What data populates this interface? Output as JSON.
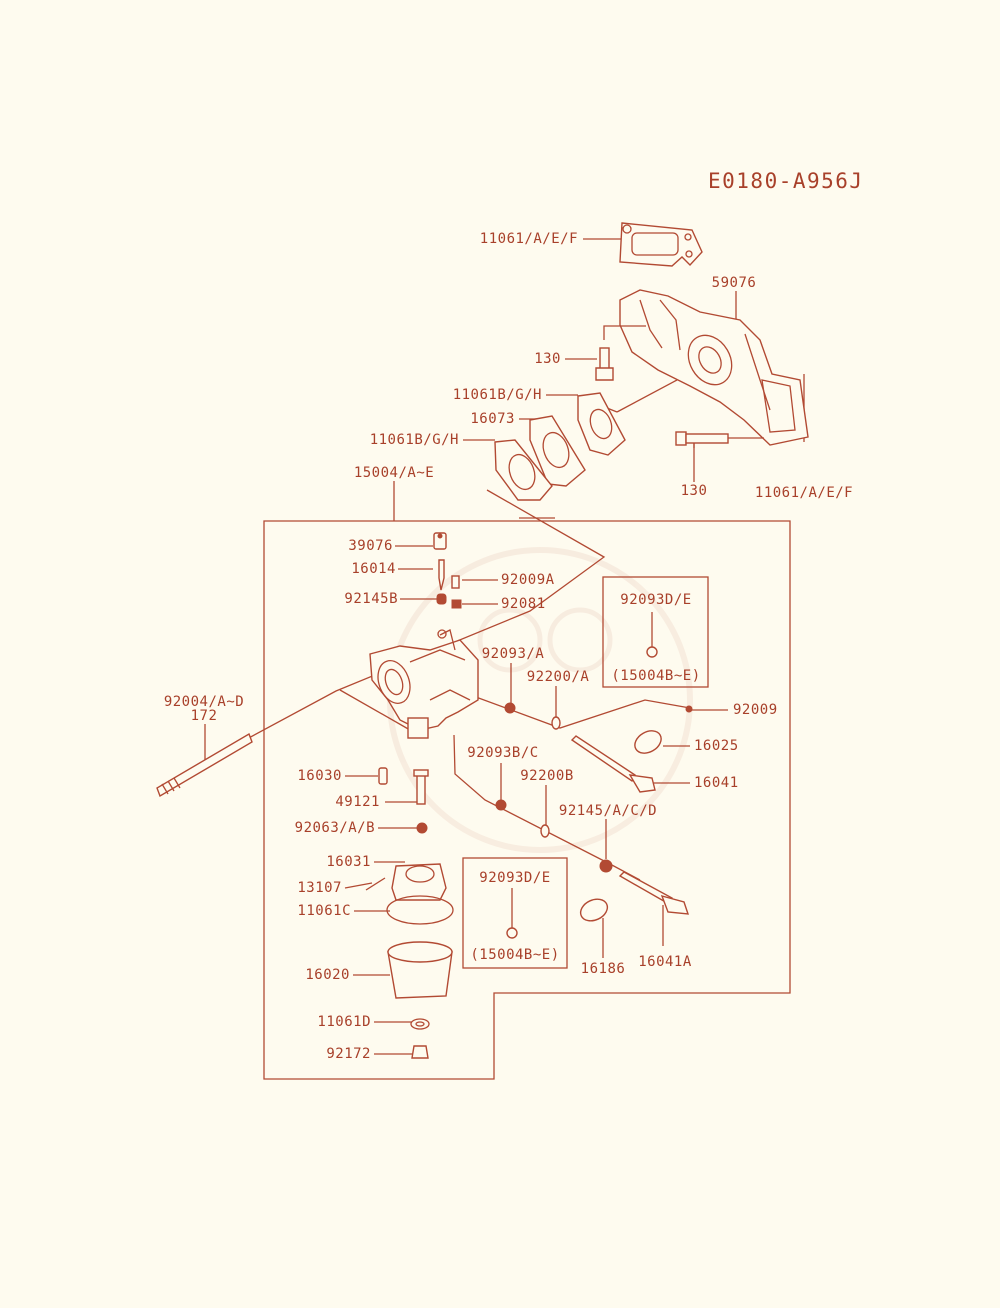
{
  "diagram_code": "E0180-A956J",
  "labels": [
    {
      "id": "l1",
      "text": "11061/A/E/F"
    },
    {
      "id": "l2",
      "text": "59076"
    },
    {
      "id": "l3",
      "text": "130"
    },
    {
      "id": "l4",
      "text": "11061B/G/H"
    },
    {
      "id": "l5",
      "text": "16073"
    },
    {
      "id": "l6",
      "text": "11061B/G/H"
    },
    {
      "id": "l7",
      "text": "130"
    },
    {
      "id": "l8",
      "text": "11061/A/E/F"
    },
    {
      "id": "l9",
      "text": "15004/A~E"
    },
    {
      "id": "l10",
      "text": "39076"
    },
    {
      "id": "l11",
      "text": "16014"
    },
    {
      "id": "l12",
      "text": "92009A"
    },
    {
      "id": "l13",
      "text": "92145B"
    },
    {
      "id": "l14",
      "text": "92081"
    },
    {
      "id": "l15",
      "text": "92093D/E"
    },
    {
      "id": "l16",
      "text": "(15004B~E)"
    },
    {
      "id": "l17",
      "text": "92093/A"
    },
    {
      "id": "l18",
      "text": "92200/A"
    },
    {
      "id": "l19",
      "text": "92004/A~D"
    },
    {
      "id": "l20",
      "text": "172"
    },
    {
      "id": "l21",
      "text": "92009"
    },
    {
      "id": "l22",
      "text": "16025"
    },
    {
      "id": "l23",
      "text": "16030"
    },
    {
      "id": "l24",
      "text": "92093B/C"
    },
    {
      "id": "l25",
      "text": "92200B"
    },
    {
      "id": "l26",
      "text": "16041"
    },
    {
      "id": "l27",
      "text": "49121"
    },
    {
      "id": "l28",
      "text": "92145/A/C/D"
    },
    {
      "id": "l29",
      "text": "92063/A/B"
    },
    {
      "id": "l30",
      "text": "16031"
    },
    {
      "id": "l31",
      "text": "13107"
    },
    {
      "id": "l32",
      "text": "92093D/E"
    },
    {
      "id": "l33",
      "text": "11061C"
    },
    {
      "id": "l34",
      "text": "(15004B~E)"
    },
    {
      "id": "l35",
      "text": "16020"
    },
    {
      "id": "l36",
      "text": "16186"
    },
    {
      "id": "l37",
      "text": "16041A"
    },
    {
      "id": "l38",
      "text": "11061D"
    },
    {
      "id": "l39",
      "text": "92172"
    }
  ]
}
